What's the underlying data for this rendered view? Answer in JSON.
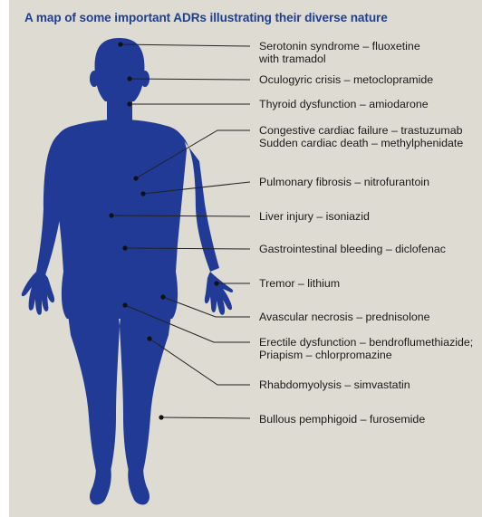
{
  "colors": {
    "background": "#dedbd3",
    "title": "#1e3f92",
    "figure": "#213a96",
    "dot": "#111111",
    "line": "#222222"
  },
  "title": "A map of some important ADRs illustrating their diverse nature",
  "adrs": [
    {
      "effect": "Serotonin syndrome – fluoxetine",
      "effect_line2": "with tramadol"
    },
    {
      "effect": "Oculogyric crisis – metoclopramide"
    },
    {
      "effect": "Thyroid dysfunction – amiodarone"
    },
    {
      "effect": "Congestive cardiac failure – trastuzumab",
      "effect_line2": "Sudden cardiac death – methylphenidate"
    },
    {
      "effect": "Pulmonary fibrosis – nitrofurantoin"
    },
    {
      "effect": "Liver injury – isoniazid"
    },
    {
      "effect": "Gastrointestinal bleeding – diclofenac"
    },
    {
      "effect": "Tremor – lithium"
    },
    {
      "effect": "Avascular necrosis – prednisolone"
    },
    {
      "effect": "Erectile dysfunction – bendroflumethiazide;",
      "effect_line2": "Priapism – chlorpromazine"
    },
    {
      "effect": "Rhabdomyolysis – simvastatin"
    },
    {
      "effect": "Bullous pemphigoid – furosemide"
    }
  ]
}
